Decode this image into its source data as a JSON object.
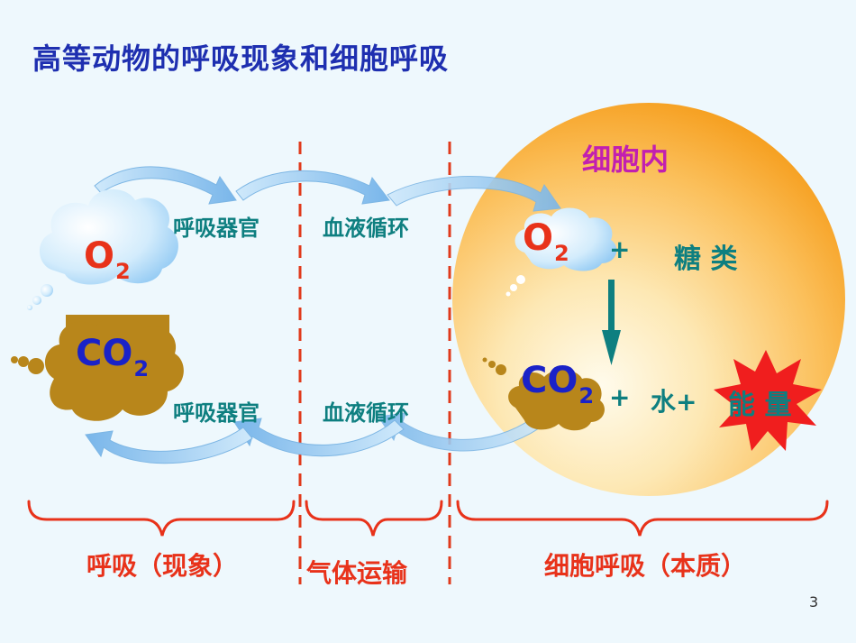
{
  "title": "高等动物的呼吸现象和细胞呼吸",
  "cell_label": "细胞内",
  "organ_top": "呼吸器官",
  "organ_bottom": "呼吸器官",
  "blood_top": "血液循环",
  "blood_bottom": "血液循环",
  "o2_left": {
    "main": "O",
    "sub": "2"
  },
  "co2_left": {
    "main": "CO",
    "sub": "2"
  },
  "o2_right": {
    "main": "O",
    "sub": "2"
  },
  "co2_right": {
    "main": "CO",
    "sub": "2"
  },
  "equation": {
    "plus1": "+",
    "sugar": "糖 类",
    "plus2": "+",
    "water": "水+",
    "energy": "能 量"
  },
  "sections": {
    "respiration": "呼吸（现象）",
    "transport": "气体运输",
    "cell_respiration": "细胞呼吸（本质）"
  },
  "page_number": "3",
  "colors": {
    "title": "#1e2fb0",
    "teal": "#0e7f80",
    "red": "#e8321a",
    "co2_blue": "#1a22c8",
    "cell_orange": "#f7a52a",
    "cloud_brown": "#b8861b",
    "cloud_blue": "#a9d6f7",
    "star_red": "#f01e1e"
  }
}
